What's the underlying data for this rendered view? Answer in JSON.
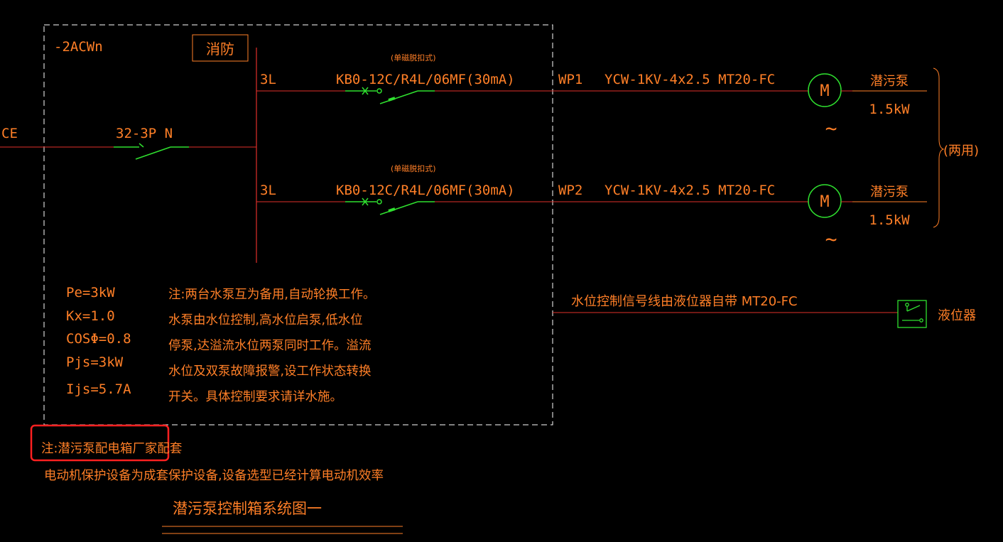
{
  "colors": {
    "background": "#000000",
    "text": "#ff7f27",
    "wire": "#e0302a",
    "device": "#2fe02f",
    "frame": "#ffffff",
    "highlight": "#ff2020"
  },
  "panel": {
    "code": "-2ACWn",
    "tag": "消防"
  },
  "incoming": {
    "label": "CE",
    "breaker": "32-3P N"
  },
  "circuits": [
    {
      "phase": "3L",
      "note": "(单磁脱扣式)",
      "breaker": "KB0-12C/R4L/06MF(30mA)",
      "circuit_id": "WP1",
      "cable": "YCW-1KV-4x2.5  MT20-FC",
      "motor_symbol": "M",
      "ac_symbol": "~",
      "load_name": "潜污泵",
      "load_power": "1.5kW"
    },
    {
      "phase": "3L",
      "note": "(单磁脱扣式)",
      "breaker": "KB0-12C/R4L/06MF(30mA)",
      "circuit_id": "WP2",
      "cable": "YCW-1KV-4x2.5  MT20-FC",
      "motor_symbol": "M",
      "ac_symbol": "~",
      "load_name": "潜污泵",
      "load_power": "1.5kW"
    }
  ],
  "duty_note": "(两用)",
  "level_control": {
    "cable": "水位控制信号线由液位器自带 MT20-FC",
    "device": "液位器"
  },
  "parameters": [
    "Pe=3kW",
    "Kx=1.0",
    "COSΦ=0.8",
    "Pjs=3kW",
    "Ijs=5.7A"
  ],
  "notes": [
    "注:两台水泵互为备用,自动轮换工作。",
    "水泵由水位控制,高水位启泵,低水位",
    "停泵,达溢流水位两泵同时工作。溢流",
    "水位及双泵故障报警,设工作状态转换",
    "开关。具体控制要求请详水施。"
  ],
  "footer": {
    "highlight_note": "注:潜污泵配电箱厂家配套",
    "note2": "电动机保护设备为成套保护设备,设备选型已经计算电动机效率",
    "title": "潜污泵控制箱系统图一"
  }
}
